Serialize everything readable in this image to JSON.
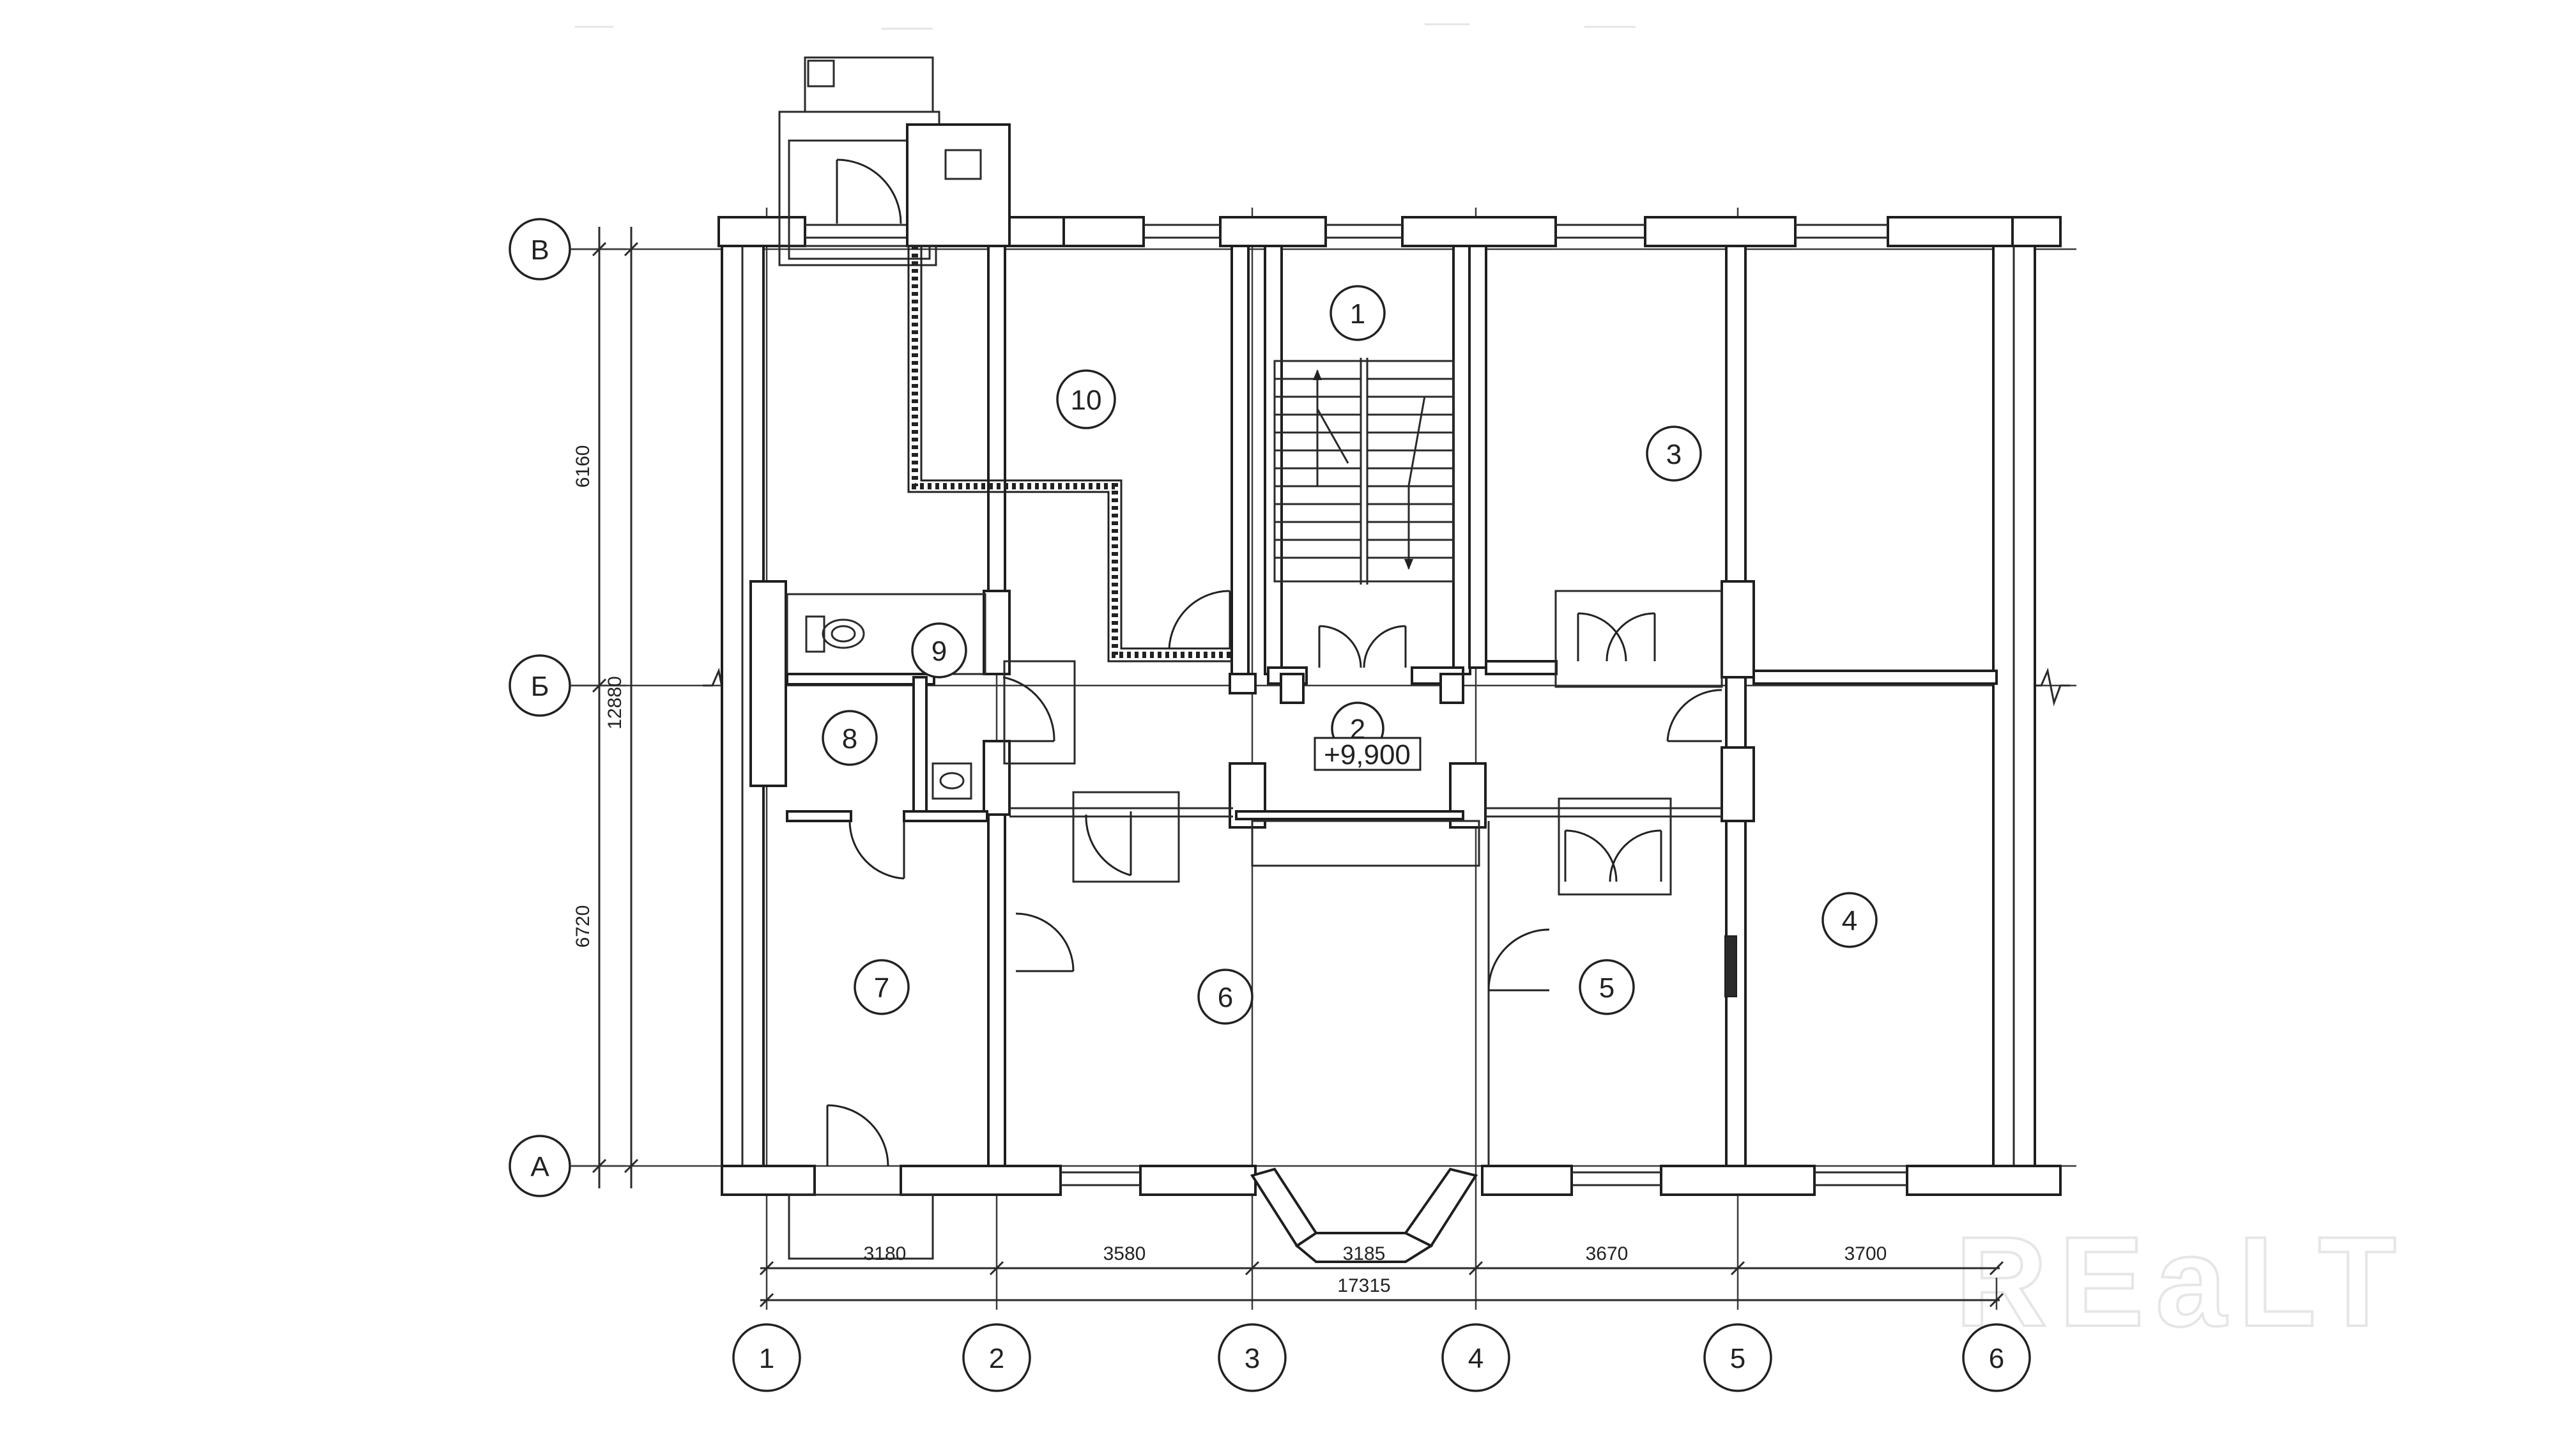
{
  "axes": {
    "vertical": [
      "1",
      "2",
      "3",
      "4",
      "5",
      "6"
    ],
    "horizontal": [
      "В",
      "Б",
      "А"
    ]
  },
  "rooms": [
    {
      "id": "1"
    },
    {
      "id": "2"
    },
    {
      "id": "3"
    },
    {
      "id": "4"
    },
    {
      "id": "5"
    },
    {
      "id": "6"
    },
    {
      "id": "7"
    },
    {
      "id": "8"
    },
    {
      "id": "9"
    },
    {
      "id": "10"
    }
  ],
  "elevation_label": "+9,900",
  "dimensions": {
    "bottom": [
      "3180",
      "3580",
      "3185",
      "3670",
      "3700"
    ],
    "total": "17315",
    "left": [
      "6160",
      "6720"
    ],
    "left_total": "12880"
  },
  "watermark": "REaLT"
}
